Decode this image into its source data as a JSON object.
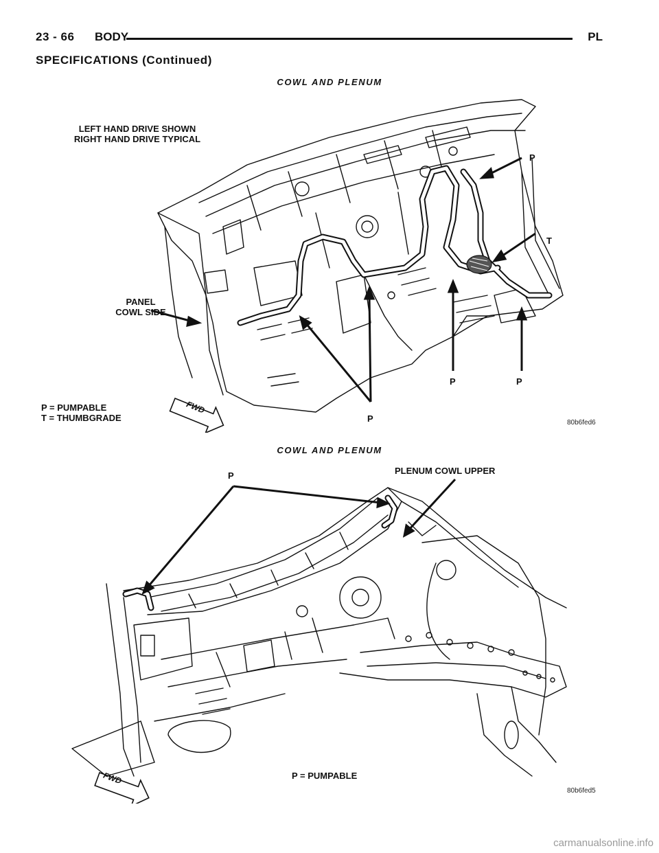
{
  "header": {
    "page_number": "23 - 66",
    "section": "BODY",
    "code": "PL"
  },
  "spec_heading": "SPECIFICATIONS (Continued)",
  "figure1": {
    "title": "COWL AND PLENUM",
    "note_line1": "LEFT HAND DRIVE SHOWN",
    "note_line2": "RIGHT HAND DRIVE TYPICAL",
    "panel_line1": "PANEL",
    "panel_line2": "COWL SIDE",
    "callout_p": "P",
    "callout_t": "T",
    "legend_line1": "P = PUMPABLE",
    "legend_line2": "T = THUMBGRADE",
    "fwd": "FWD",
    "figure_code": "80b6fed6"
  },
  "figure2": {
    "title": "COWL AND PLENUM",
    "callout_p": "P",
    "plenum_label": "PLENUM COWL UPPER",
    "legend": "P = PUMPABLE",
    "fwd": "FWD",
    "figure_code": "80b6fed5"
  },
  "watermark": "carmanualsonline.info"
}
